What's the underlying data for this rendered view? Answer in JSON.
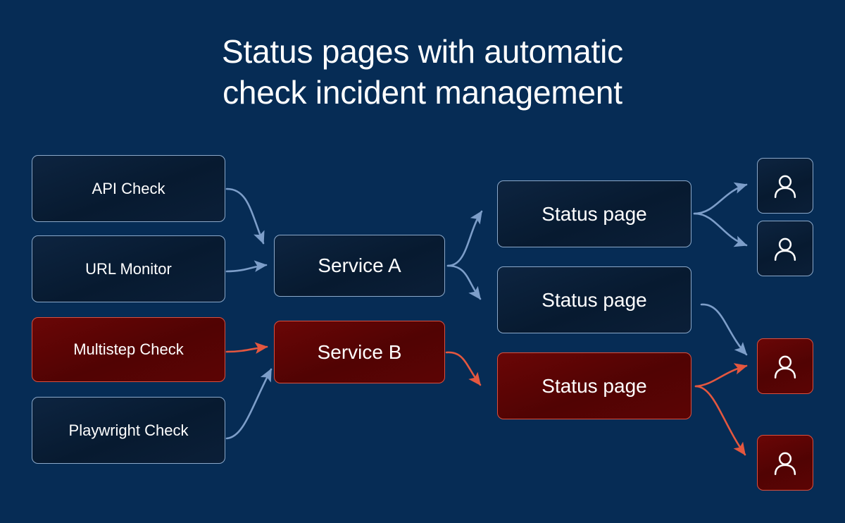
{
  "title": "Status pages with automatic\ncheck incident management",
  "colors": {
    "background": "#062c55",
    "node_blue_fill": "#0a1d34",
    "node_blue_border": "#8ba8c9",
    "node_red_fill": "#560505",
    "node_red_border": "#d94f3d",
    "arrow_blue": "#7d9ec9",
    "arrow_red": "#e4573f",
    "text": "#ffffff"
  },
  "nodes": {
    "checks": [
      {
        "label": "API Check",
        "state": "normal"
      },
      {
        "label": "URL Monitor",
        "state": "normal"
      },
      {
        "label": "Multistep Check",
        "state": "alert"
      },
      {
        "label": "Playwright Check",
        "state": "normal"
      }
    ],
    "services": [
      {
        "label": "Service A",
        "state": "normal"
      },
      {
        "label": "Service B",
        "state": "alert"
      }
    ],
    "status_pages": [
      {
        "label": "Status page",
        "state": "normal"
      },
      {
        "label": "Status page",
        "state": "normal"
      },
      {
        "label": "Status page",
        "state": "alert"
      }
    ],
    "subscribers": [
      {
        "icon": "person-icon",
        "state": "normal"
      },
      {
        "icon": "person-icon",
        "state": "normal"
      },
      {
        "icon": "person-icon",
        "state": "alert"
      },
      {
        "icon": "person-icon",
        "state": "alert"
      }
    ]
  },
  "edges": [
    {
      "from": "API Check",
      "to": "Service A",
      "state": "normal"
    },
    {
      "from": "URL Monitor",
      "to": "Service A",
      "state": "normal"
    },
    {
      "from": "Multistep Check",
      "to": "Service B",
      "state": "alert"
    },
    {
      "from": "Playwright Check",
      "to": "Service B",
      "state": "normal"
    },
    {
      "from": "Service A",
      "to": "Status page 1",
      "state": "normal"
    },
    {
      "from": "Service A",
      "to": "Status page 2",
      "state": "normal"
    },
    {
      "from": "Service B",
      "to": "Status page 3",
      "state": "alert"
    },
    {
      "from": "Status page 1",
      "to": "Subscriber 1",
      "state": "normal"
    },
    {
      "from": "Status page 1",
      "to": "Subscriber 2",
      "state": "normal"
    },
    {
      "from": "Status page 2",
      "to": "Subscriber 3",
      "state": "normal"
    },
    {
      "from": "Status page 3",
      "to": "Subscriber 3",
      "state": "alert"
    },
    {
      "from": "Status page 3",
      "to": "Subscriber 4",
      "state": "alert"
    }
  ]
}
